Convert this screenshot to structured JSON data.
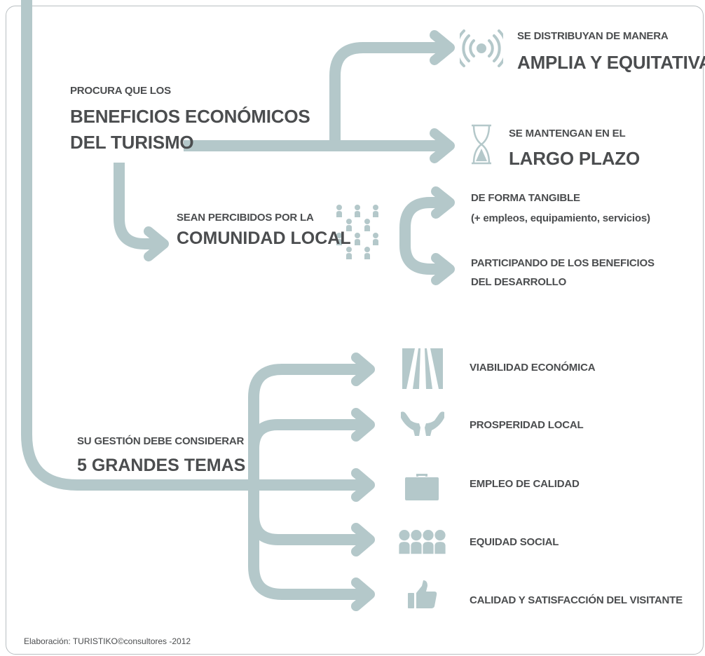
{
  "colors": {
    "flow": "#b4c8ca",
    "text": "#4b4d4f",
    "frame": "#b9bfc2"
  },
  "benefits": {
    "intro": "PROCURA QUE LOS",
    "title_line1": "BENEFICIOS ECONÓMICOS",
    "title_line2": "DEL TURISMO"
  },
  "distribution": {
    "small": "SE DISTRIBUYAN DE MANERA",
    "big": "AMPLIA Y EQUITATIVA",
    "icon": "broadcast-signal-icon"
  },
  "longterm": {
    "small": "SE MANTENGAN EN EL",
    "big": "LARGO PLAZO",
    "icon": "hourglass-icon"
  },
  "community": {
    "small": "SEAN PERCIBIDOS POR LA",
    "big": "COMUNIDAD LOCAL",
    "icon": "crowd-icon"
  },
  "tangible": {
    "line1": "DE FORMA TANGIBLE",
    "line2": "(+ empleos, equipamiento, servicios)"
  },
  "participation": {
    "line1": "PARTICIPANDO DE LOS BENEFICIOS",
    "line2": "DEL DESARROLLO"
  },
  "management": {
    "small": "SU GESTIÓN DEBE CONSIDERAR",
    "big": "5 GRANDES TEMAS"
  },
  "themes": [
    {
      "label": "VIABILIDAD ECONÓMICA",
      "icon": "road-icon"
    },
    {
      "label": "PROSPERIDAD LOCAL",
      "icon": "hands-icon"
    },
    {
      "label": "EMPLEO DE CALIDAD",
      "icon": "briefcase-icon"
    },
    {
      "label": "EQUIDAD SOCIAL",
      "icon": "people-row-icon"
    },
    {
      "label": "CALIDAD Y SATISFACCIÓN DEL VISITANTE",
      "icon": "thumbs-up-icon"
    }
  ],
  "credit": "Elaboración: TURISTIKO©consultores -2012"
}
